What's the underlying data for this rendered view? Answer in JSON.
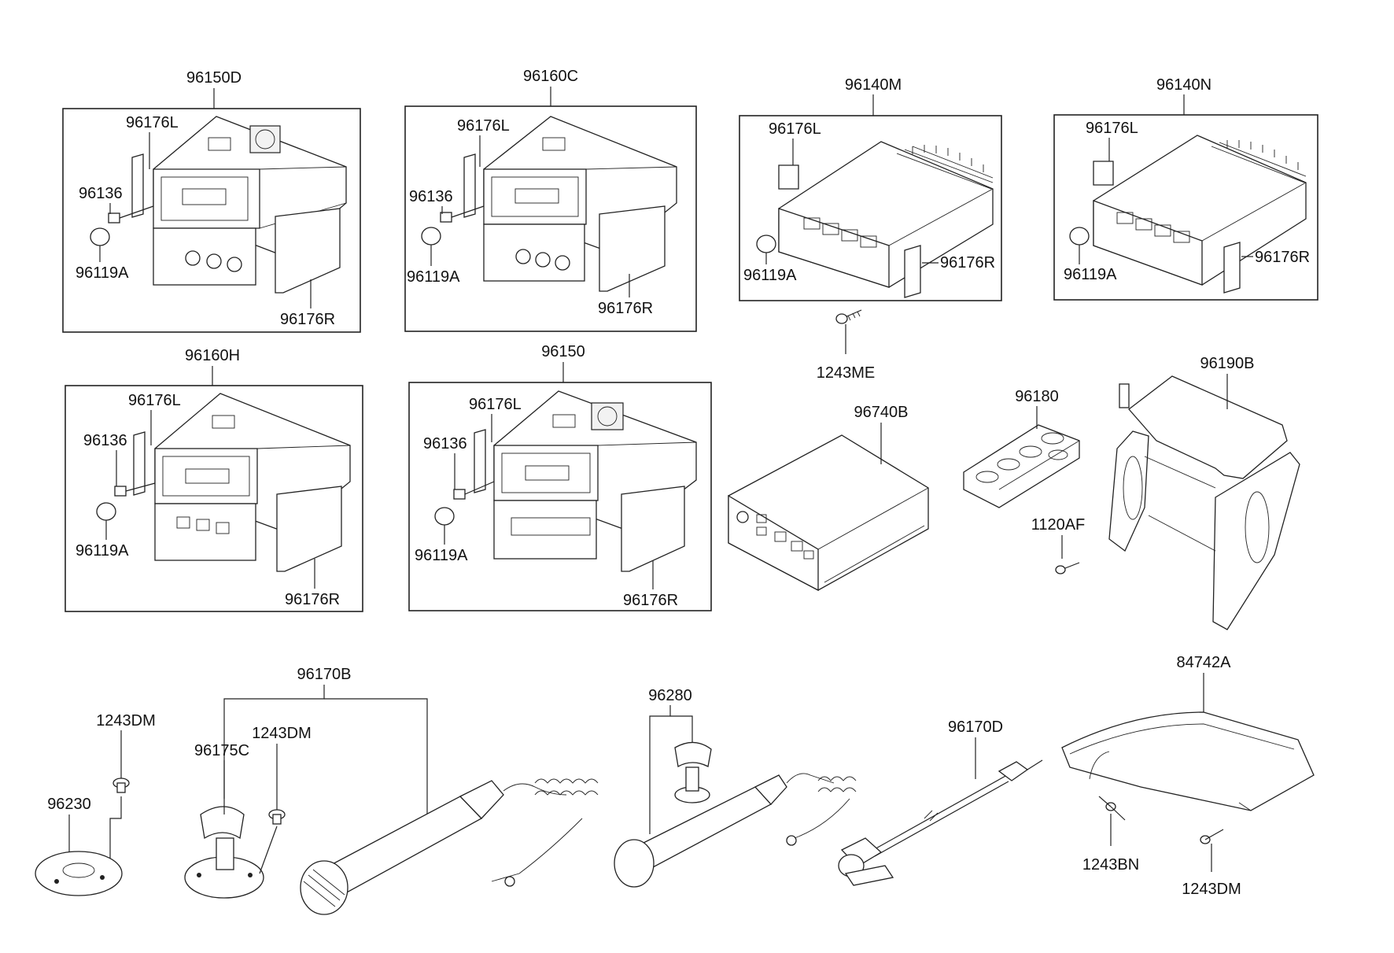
{
  "groups": {
    "g96150D": {
      "title": "96150D",
      "parts": {
        "bracket_l": "96176L",
        "screw": "96136",
        "knob": "96119A",
        "bracket_r": "96176R"
      }
    },
    "g96160C": {
      "title": "96160C",
      "parts": {
        "bracket_l": "96176L",
        "screw": "96136",
        "knob": "96119A",
        "bracket_r": "96176R"
      }
    },
    "g96140M": {
      "title": "96140M",
      "parts": {
        "bracket_l": "96176L",
        "knob": "96119A",
        "bracket_r": "96176R"
      }
    },
    "g96140N": {
      "title": "96140N",
      "parts": {
        "bracket_l": "96176L",
        "knob": "96119A",
        "bracket_r": "96176R"
      }
    },
    "g96160H": {
      "title": "96160H",
      "parts": {
        "bracket_l": "96176L",
        "screw": "96136",
        "knob": "96119A",
        "bracket_r": "96176R"
      }
    },
    "g96150": {
      "title": "96150",
      "parts": {
        "bracket_l": "96176L",
        "screw": "96136",
        "knob": "96119A",
        "bracket_r": "96176R"
      }
    }
  },
  "singles": {
    "p1243ME": "1243ME",
    "p96740B": "96740B",
    "p96180": "96180",
    "p1120AF": "1120AF",
    "p96190B": "96190B",
    "p96170B": "96170B",
    "p96175C": "96175C",
    "p1243DM_a": "1243DM",
    "p1243DM_b": "1243DM",
    "p96230": "96230",
    "p96280": "96280",
    "p96170D": "96170D",
    "p84742A": "84742A",
    "p1243BN": "1243BN",
    "p1243DM_c": "1243DM"
  }
}
